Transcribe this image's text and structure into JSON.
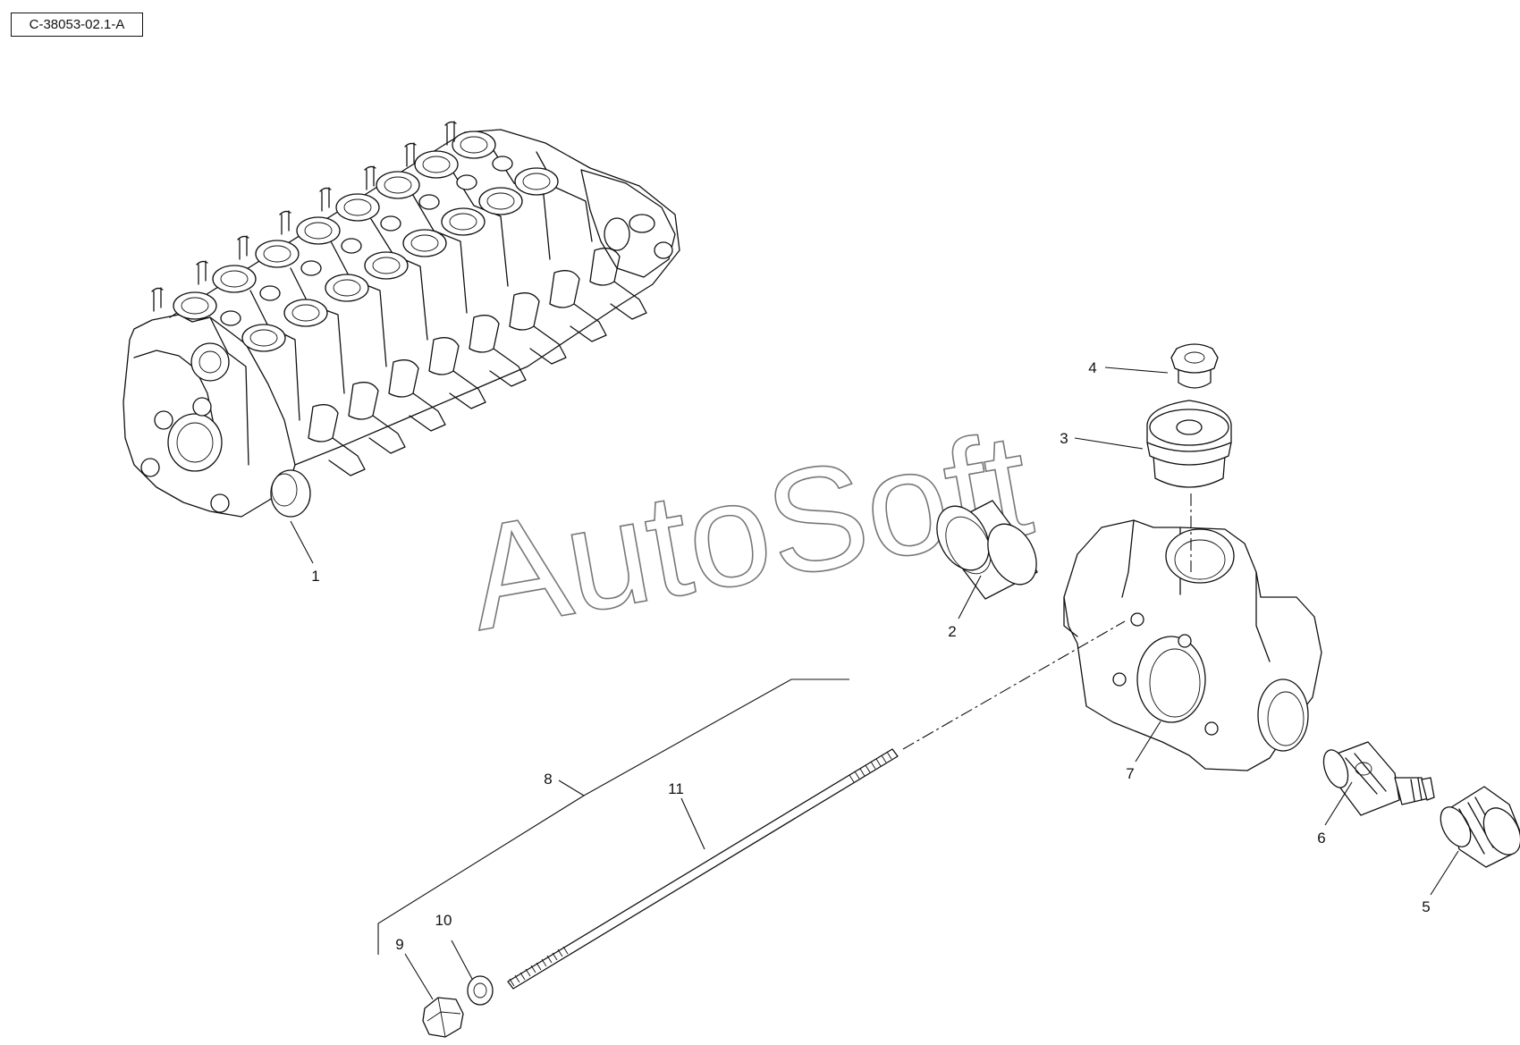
{
  "reference_code": "C-38053-02.1-A",
  "watermark": "AutoSoft",
  "callouts": [
    {
      "id": "1",
      "part": "valve-bank"
    },
    {
      "id": "2",
      "part": "plug"
    },
    {
      "id": "3",
      "part": "plug-large"
    },
    {
      "id": "4",
      "part": "plug-small"
    },
    {
      "id": "5",
      "part": "plug-end"
    },
    {
      "id": "6",
      "part": "relief-cartridge"
    },
    {
      "id": "7",
      "part": "end-cover-body"
    },
    {
      "id": "8",
      "part": "tie-rod-kit"
    },
    {
      "id": "9",
      "part": "nut"
    },
    {
      "id": "10",
      "part": "washer"
    },
    {
      "id": "11",
      "part": "tie-rod"
    }
  ]
}
